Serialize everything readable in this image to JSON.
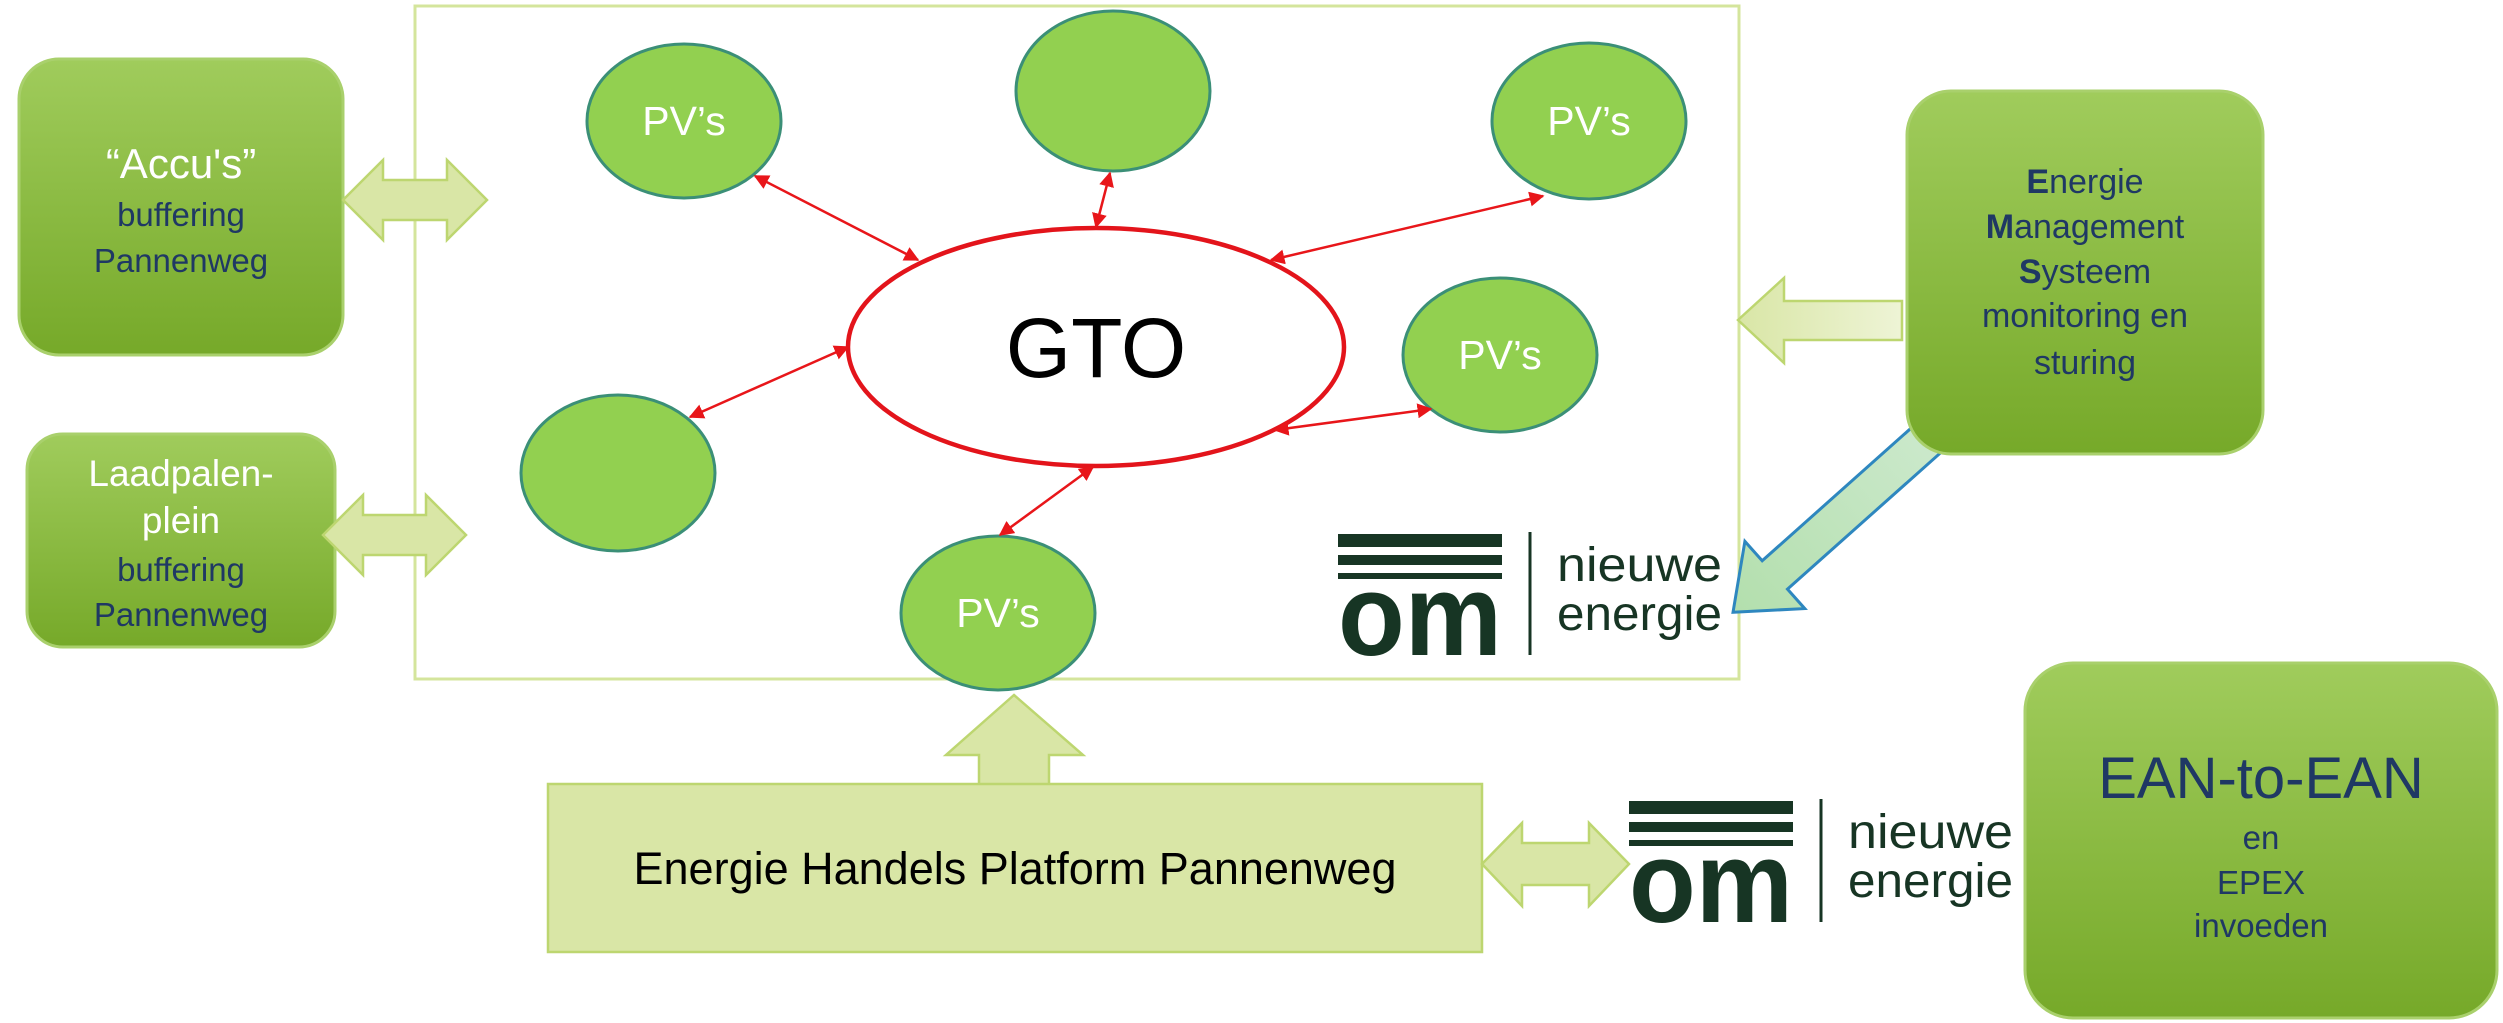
{
  "colors": {
    "box_top": "#a0cc5c",
    "box_bottom": "#76a929",
    "box_stroke": "#a9d06c",
    "node_fill": "#92d050",
    "node_stroke": "#3b8f77",
    "hub_stroke": "#e3141b",
    "link": "#e8161a",
    "connector_fill": "#d9e6a6",
    "connector_stroke": "#bdd670",
    "frame_stroke": "#d4e59c",
    "text_navy": "#1f3864",
    "logo_dark": "#173524",
    "ems_link_fill": "#b3dfad",
    "ems_link_stroke": "#2e87bf"
  },
  "hub": {
    "label": "GTO"
  },
  "pv_nodes": {
    "top_left": "PV’s",
    "top_right": "PV’s",
    "mid_right": "PV’s",
    "bottom": "PV’s"
  },
  "accu_box": {
    "title": "“Accu's”",
    "lines": [
      "buffering",
      "Pannenweg"
    ]
  },
  "laadpalen_box": {
    "title_lines": [
      "Laadpalen-",
      "plein"
    ],
    "lines": [
      "buffering",
      "Pannenweg"
    ]
  },
  "ems_box": {
    "lines": [
      {
        "bold": "E",
        "rest": "nergie"
      },
      {
        "bold": "M",
        "rest": "anagement"
      },
      {
        "bold": "S",
        "rest": "ysteem"
      },
      {
        "rest": "monitoring en"
      },
      {
        "rest": "sturing"
      }
    ]
  },
  "platform_box": {
    "label": "Energie Handels Platform Pannenweg"
  },
  "ean_box": {
    "title": "EAN-to-EAN",
    "lines": [
      "en",
      "EPEX",
      "invoeden"
    ]
  },
  "logos": [
    {
      "mark": "om",
      "line1": "nieuwe",
      "line2": "energie"
    },
    {
      "mark": "om",
      "line1": "nieuwe",
      "line2": "energie"
    }
  ]
}
